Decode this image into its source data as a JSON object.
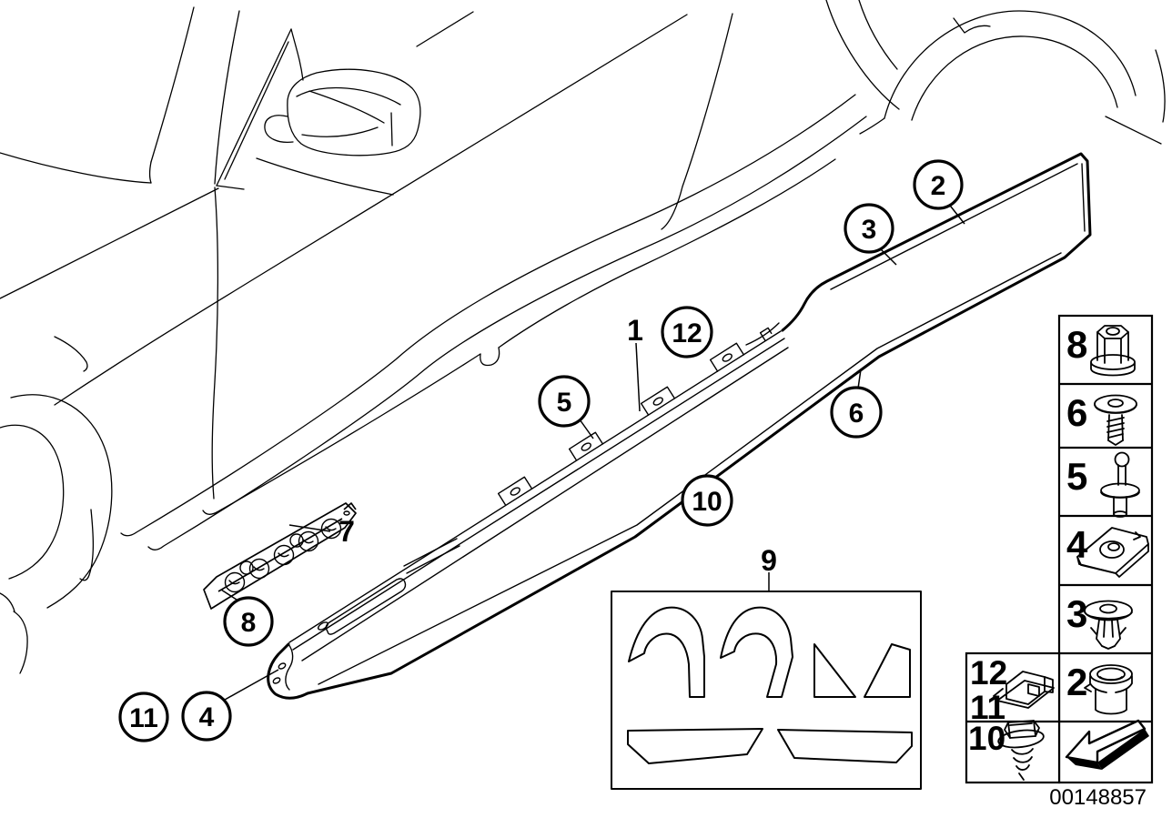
{
  "canvas": {
    "background": "#ffffff",
    "line_color": "#000000"
  },
  "part_number": "00148857",
  "callouts": {
    "c1": {
      "label": "1",
      "shape": "plain"
    },
    "c2": {
      "label": "2",
      "shape": "circle"
    },
    "c3": {
      "label": "3",
      "shape": "circle"
    },
    "c4": {
      "label": "4",
      "shape": "circle"
    },
    "c5": {
      "label": "5",
      "shape": "circle"
    },
    "c6": {
      "label": "6",
      "shape": "circle"
    },
    "c7": {
      "label": "7",
      "shape": "plain"
    },
    "c8": {
      "label": "8",
      "shape": "circle"
    },
    "c9": {
      "label": "9",
      "shape": "plain"
    },
    "c10": {
      "label": "10",
      "shape": "circle"
    },
    "c11": {
      "label": "11",
      "shape": "circle"
    },
    "c12": {
      "label": "12",
      "shape": "circle"
    }
  },
  "legend": {
    "right_column": [
      {
        "label": "8",
        "icon": "hex-spacer-nut-icon"
      },
      {
        "label": "6",
        "icon": "washer-head-screw-icon"
      },
      {
        "label": "5",
        "icon": "expansion-rivet-icon"
      },
      {
        "label": "4",
        "icon": "sheet-metal-clip-nut-icon"
      },
      {
        "label": "3",
        "icon": "expanding-clip-icon"
      },
      {
        "label": "2",
        "icon": "grommet-bushing-icon"
      },
      {
        "label": "",
        "icon": "direction-arrow-icon"
      }
    ],
    "left_column": [
      {
        "labels": [
          "12",
          "11"
        ],
        "icon": "cage-clamp-icon"
      },
      {
        "labels": [
          "10"
        ],
        "icon": "hex-washer-screw-icon"
      }
    ]
  }
}
